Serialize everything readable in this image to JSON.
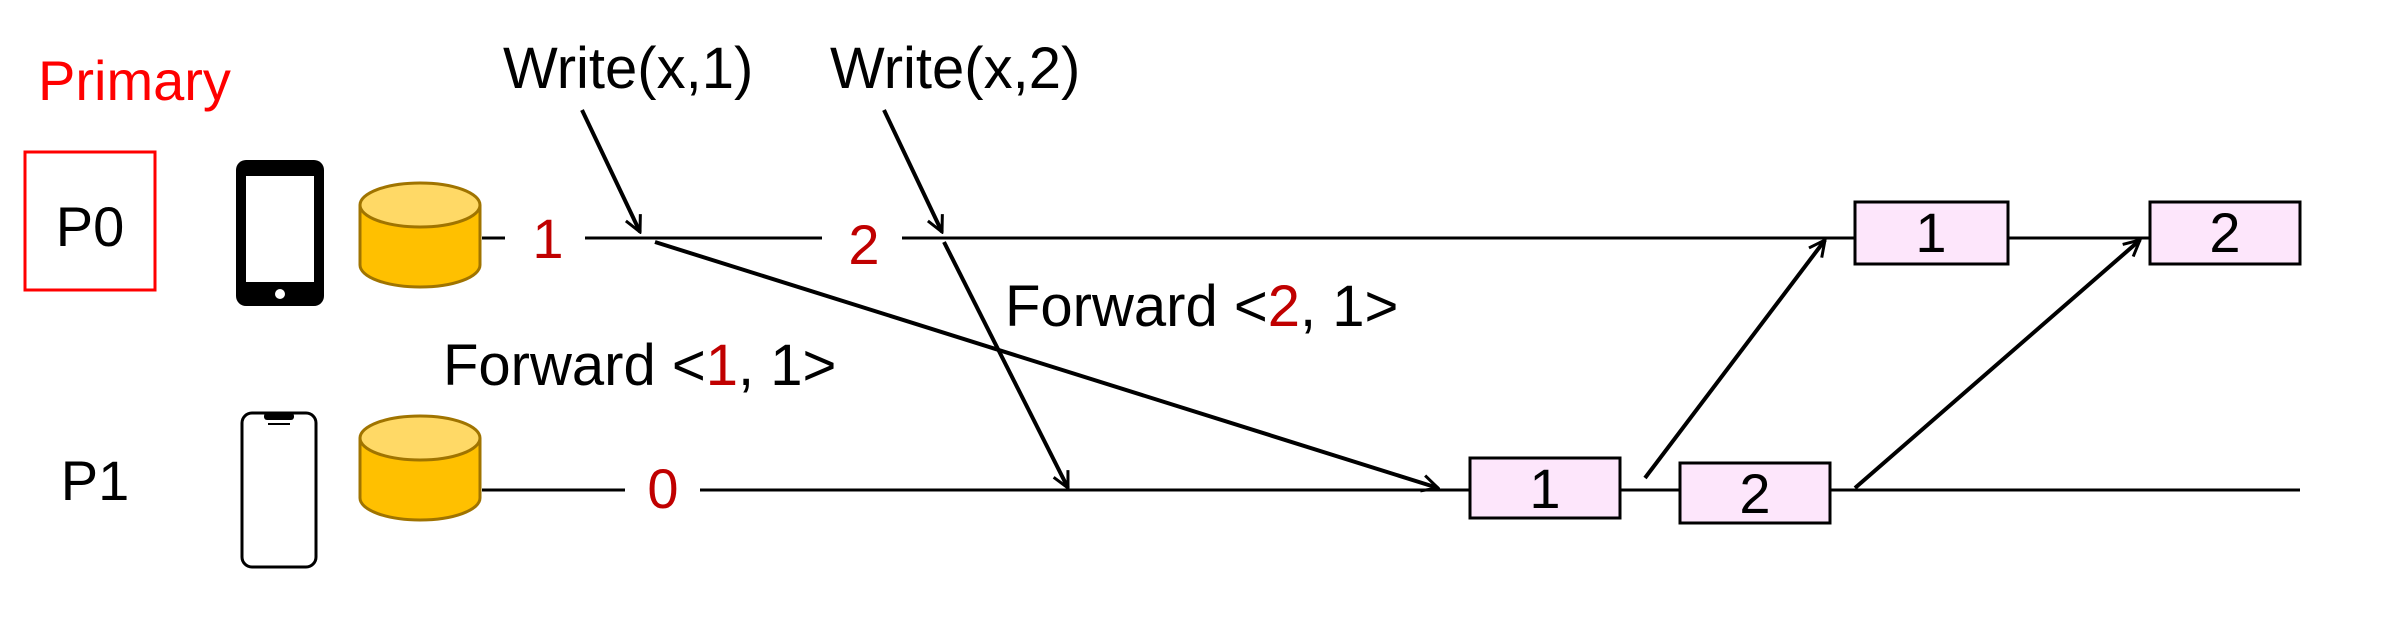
{
  "colors": {
    "accent_red": "#c00000",
    "primary_red": "#ff0000",
    "line": "#000000",
    "msg_box_fill": "#fde6fb",
    "db_fill": "#ffc000",
    "db_top": "#ffd966",
    "db_stroke": "#a07400"
  },
  "labels": {
    "primary": "Primary",
    "p0": "P0",
    "p1": "P1",
    "write1": "Write(x,1)",
    "write2": "Write(x,2)"
  },
  "forward1": {
    "prefix": "Forward <",
    "ver": "1",
    "suffix": ", 1>"
  },
  "forward2": {
    "prefix": "Forward <",
    "ver": "2",
    "suffix": ", 1>"
  },
  "values": {
    "p0_v1": "1",
    "p0_v2": "2",
    "p1_v0": "0"
  },
  "msg_boxes": {
    "p0_box1": "1",
    "p0_box2": "2",
    "p1_box1": "1",
    "p1_box2": "2"
  },
  "icons": {
    "p0_device": "smartphone-filled-icon",
    "p1_device": "smartphone-outline-icon",
    "p0_store": "database-icon",
    "p1_store": "database-icon"
  }
}
